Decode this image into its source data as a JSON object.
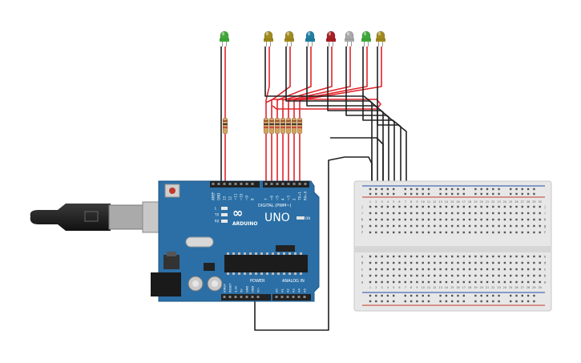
{
  "board": {
    "brand": "ARDUINO",
    "model": "UNO",
    "logo_symbol": "∞",
    "digital_header_label": "DIGITAL (PWM~)",
    "power_header_label": "POWER",
    "analog_header_label": "ANALOG IN",
    "top_pin_labels": [
      "AREF",
      "GND",
      "13",
      "12",
      "~11",
      "~10",
      "~9",
      "8",
      "7",
      "~6",
      "~5",
      "4",
      "~3",
      "2",
      "TX→1",
      "RX←0"
    ],
    "power_pin_labels": [
      "IOREF",
      "RESET",
      "3.3V",
      "5V",
      "GND",
      "GND",
      "Vin"
    ],
    "analog_pin_labels": [
      "A0",
      "A1",
      "A2",
      "A3",
      "A4",
      "A5"
    ],
    "led_labels": [
      "L",
      "TX",
      "RX"
    ],
    "on_label": "ON"
  },
  "leds": [
    {
      "name": "led-1",
      "color": "#3fa83a"
    },
    {
      "name": "led-2",
      "color": "#a08a1e"
    },
    {
      "name": "led-3",
      "color": "#a08a1e"
    },
    {
      "name": "led-4",
      "color": "#1f7fa3"
    },
    {
      "name": "led-5",
      "color": "#a81e24"
    },
    {
      "name": "led-6",
      "color": "#a8a8a8"
    },
    {
      "name": "led-7",
      "color": "#3fa83a"
    },
    {
      "name": "led-8",
      "color": "#a08a1e"
    }
  ],
  "breadboard": {
    "row_letters_top": [
      "j",
      "i",
      "h",
      "g",
      "f"
    ],
    "row_letters_bottom": [
      "e",
      "d",
      "c",
      "b",
      "a"
    ],
    "column_numbers": [
      "1",
      "2",
      "3",
      "4",
      "5",
      "6",
      "7",
      "8",
      "9",
      "10",
      "11",
      "12",
      "13",
      "14",
      "15",
      "16",
      "17",
      "18",
      "19",
      "20",
      "21",
      "22",
      "23",
      "24",
      "25",
      "26",
      "27",
      "28",
      "29",
      "30"
    ]
  },
  "colors": {
    "board": "#2b6fa6",
    "wire_red": "#e0242b",
    "wire_black": "#202020",
    "breadboard": "#e7e7e7",
    "resistor": "#d4a26b"
  }
}
